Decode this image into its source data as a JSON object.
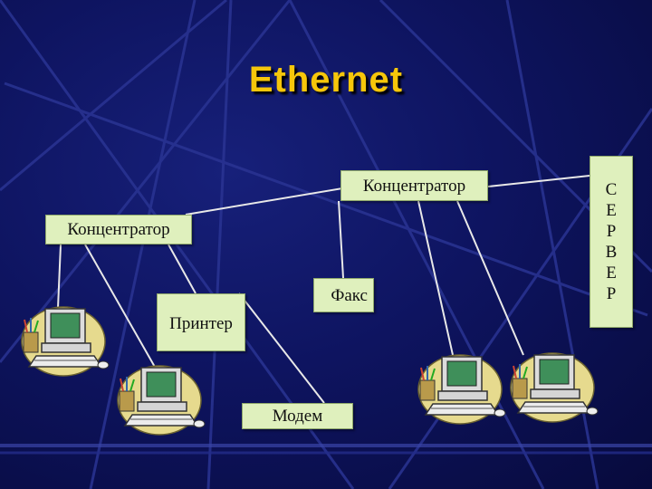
{
  "slide": {
    "title": "Ethernet"
  },
  "nodes": {
    "hub_right": "Концентратор",
    "hub_left": "Концентратор",
    "fax": "Факс",
    "printer": "Принтер",
    "modem": "Модем",
    "server_letters": [
      "С",
      "Е",
      "Р",
      "В",
      "Е",
      "Р"
    ]
  },
  "colors": {
    "background": "#0e1460",
    "title": "#f6c60a",
    "box_fill": "#dff0bd",
    "link_line": "#e8e8e8",
    "decor_line": "#2a3493"
  },
  "icons": [
    "computer-icon",
    "computer-icon",
    "computer-icon",
    "computer-icon"
  ]
}
